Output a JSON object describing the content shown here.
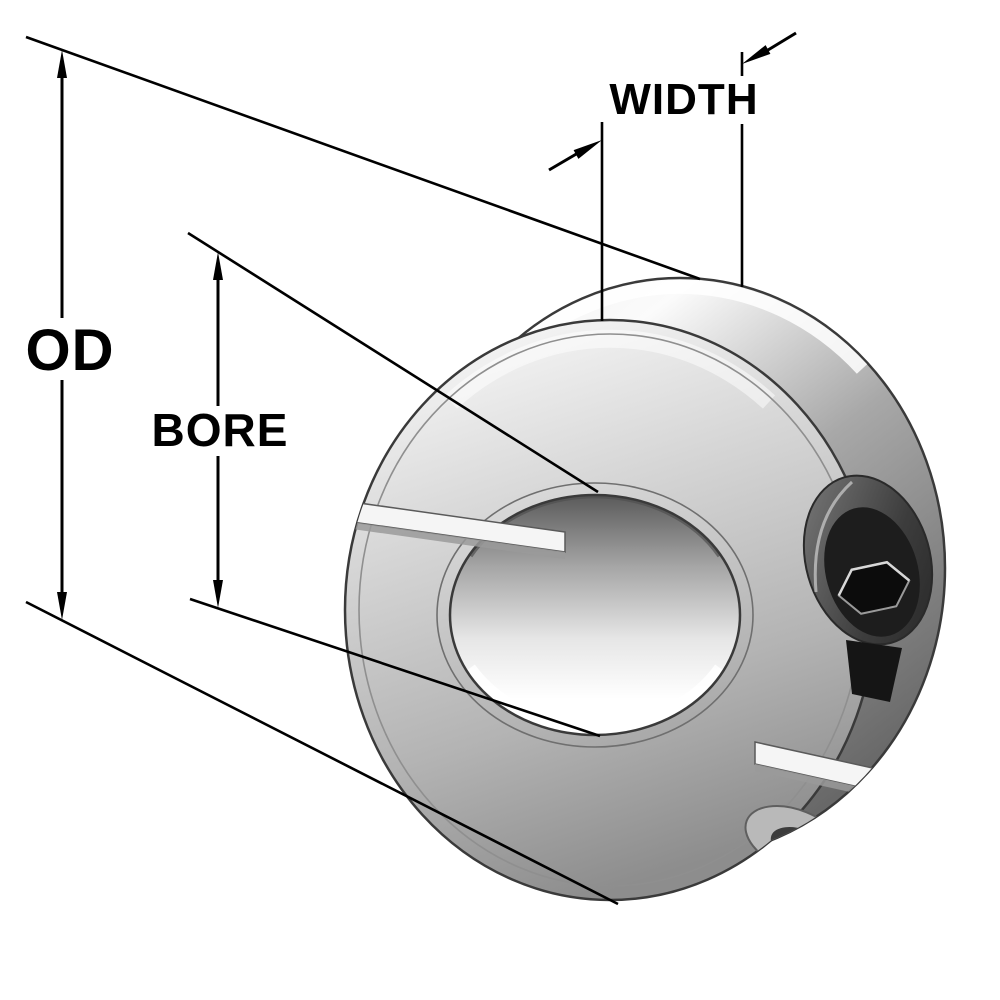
{
  "labels": {
    "od": "OD",
    "bore": "BORE",
    "width": "WIDTH"
  },
  "colors": {
    "background": "#ffffff",
    "dimension_line": "#000000",
    "label_text": "#000000",
    "part_outline": "#3a3a3a",
    "metal_light": "#f7f7f7",
    "metal_mid": "#bdbdbd",
    "metal_dark": "#6b6b6b",
    "screw_black": "#141414"
  }
}
